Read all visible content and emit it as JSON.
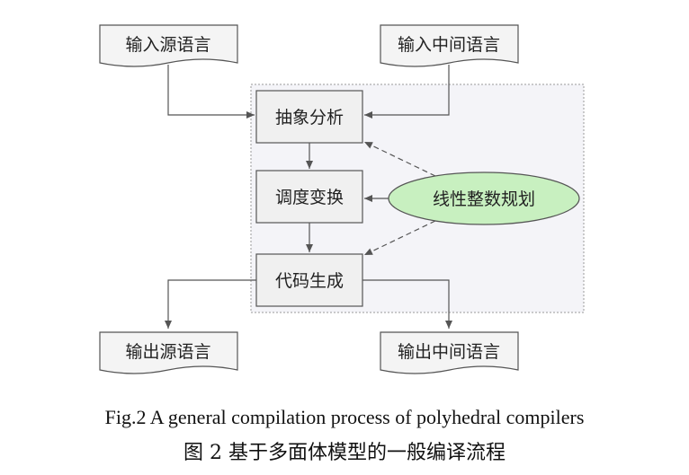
{
  "nodes": {
    "input_source": "输入源语言",
    "input_ir": "输入中间语言",
    "abstract_analysis": "抽象分析",
    "schedule_transform": "调度变换",
    "code_generation": "代码生成",
    "ilp": "线性整数规划",
    "output_source": "输出源语言",
    "output_ir": "输出中间语言"
  },
  "caption": {
    "english": "Fig.2 A general compilation process of polyhedral compilers",
    "chinese": "图 2 基于多面体模型的一般编译流程"
  },
  "colors": {
    "ellipse_fill": "#c8f0c0",
    "box_fill": "#f0f0f0",
    "dotted_region_fill": "#f4f4f8",
    "stroke": "#555555"
  }
}
